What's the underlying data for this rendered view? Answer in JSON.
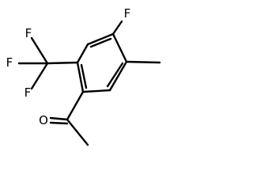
{
  "molecule": {
    "atoms": {
      "f_ring": "F",
      "f_cf3_top": "F",
      "f_cf3_left": "F",
      "f_cf3_bottom": "F",
      "o_carbonyl": "O"
    }
  }
}
